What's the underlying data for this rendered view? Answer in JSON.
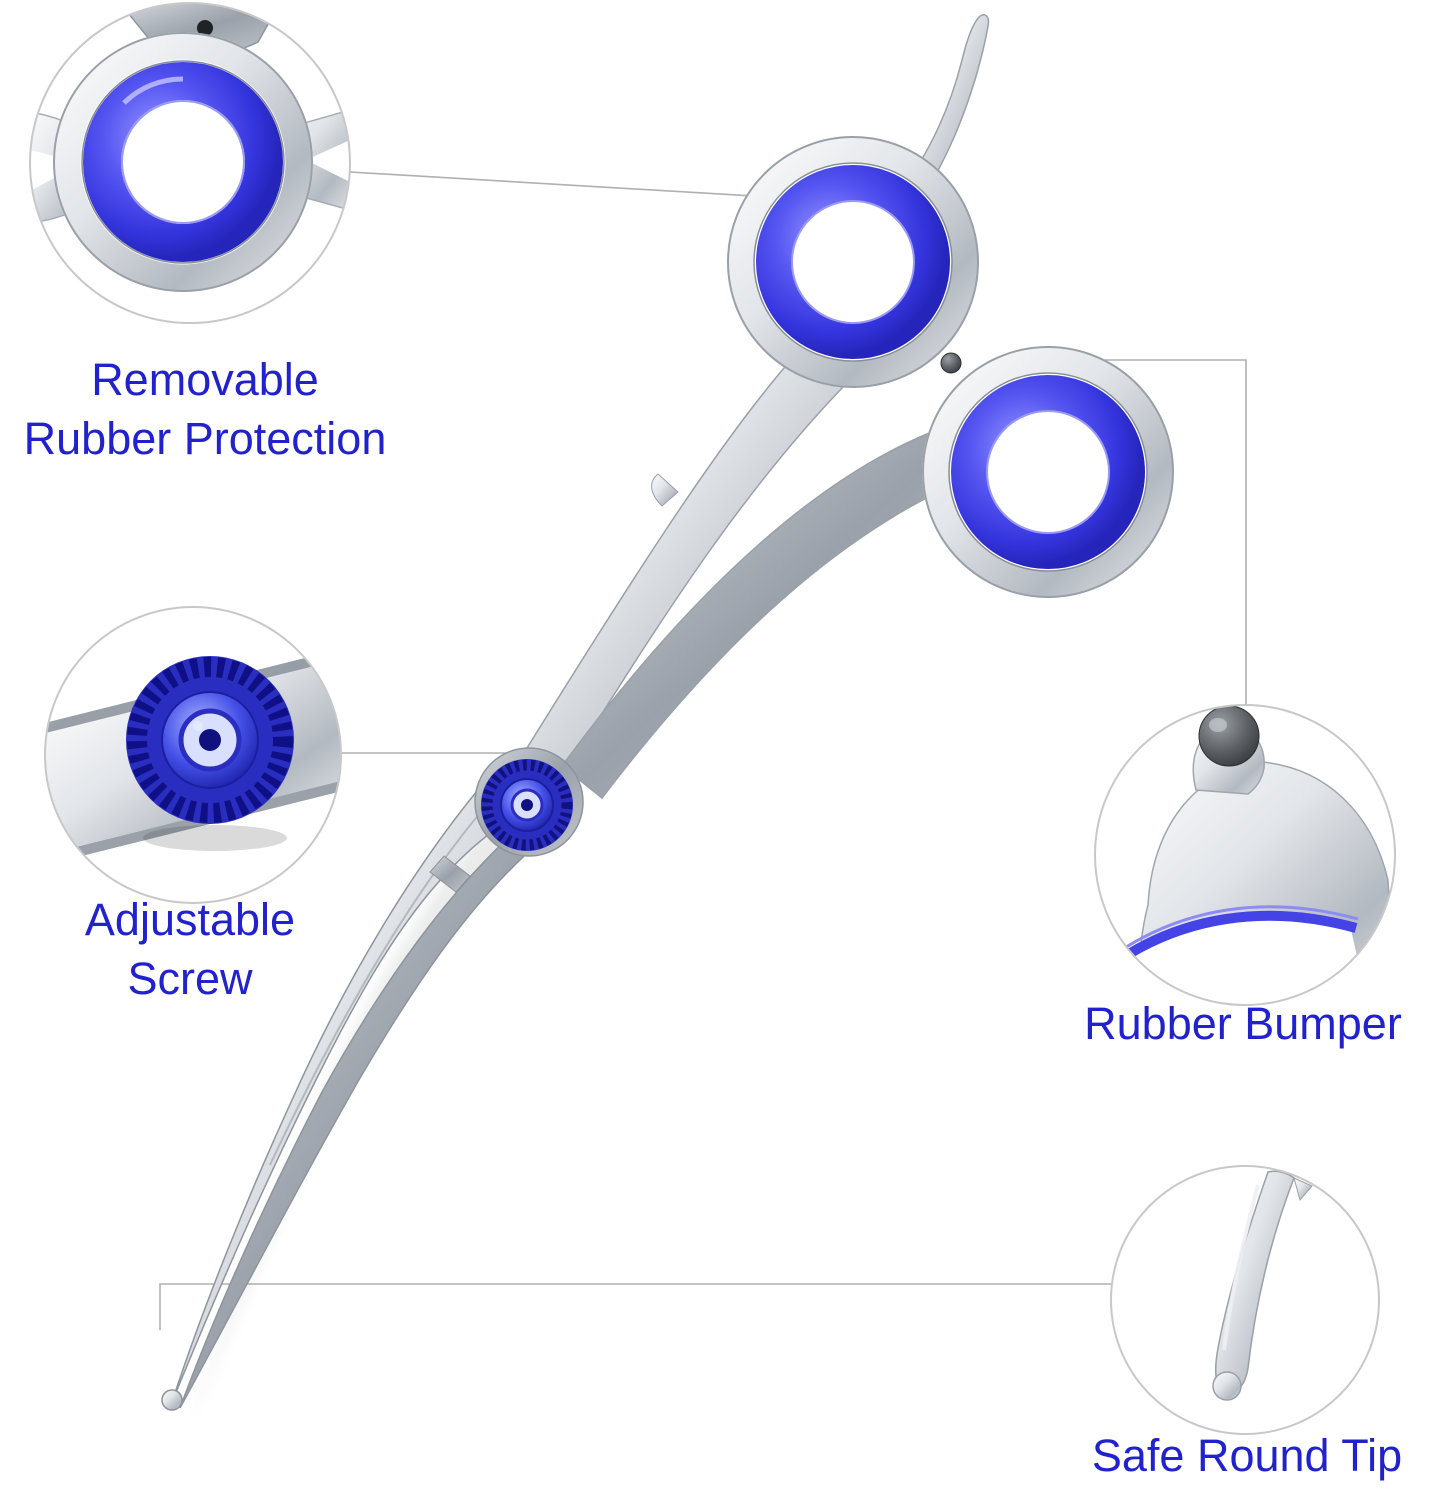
{
  "image": {
    "description": "Pet grooming scissors feature diagram with four zoom callouts",
    "background": "#ffffff"
  },
  "colors": {
    "label_blue": "#2222cc",
    "rubber_blue": "#4444ee",
    "screw_blue": "#2a2ec0",
    "steel_silver": "#c6cad0",
    "leader_gray": "#b0b0b0"
  },
  "callouts": [
    {
      "name": "removable-rubber-protection",
      "icon": "finger-ring-zoom-icon",
      "lines": [
        "Removable",
        "Rubber Protection"
      ]
    },
    {
      "name": "adjustable-screw",
      "icon": "screw-zoom-icon",
      "lines": [
        "Adjustable",
        "Screw"
      ]
    },
    {
      "name": "rubber-bumper",
      "icon": "bumper-zoom-icon",
      "lines": [
        "Rubber Bumper"
      ]
    },
    {
      "name": "safe-round-tip",
      "icon": "round-tip-zoom-icon",
      "lines": [
        "Safe Round Tip"
      ]
    }
  ]
}
